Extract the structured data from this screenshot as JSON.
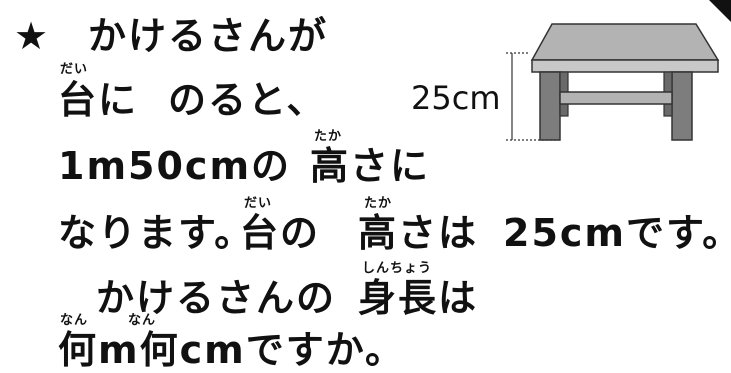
{
  "problem": {
    "star": "★",
    "line1": "かけるさんが",
    "line2": {
      "text1": "台に",
      "text2": "のると、",
      "ruby_dai": "だい"
    },
    "line3": {
      "text1": "1m50cmの",
      "text2": "高さに",
      "ruby_taka": "たか"
    },
    "line4": {
      "text1": "なります。",
      "text2": "台の",
      "text3": "高さは",
      "text4": "25cmです。",
      "ruby_dai": "だい",
      "ruby_taka": "たか"
    },
    "line5": {
      "text1": "かけるさんの",
      "text2": "身長は",
      "ruby_shinchou": "しんちょう"
    },
    "line6": {
      "text": "何m何cmですか。",
      "ruby_nan1": "なん",
      "ruby_nan2": "なん"
    }
  },
  "illustration": {
    "height_label": "25cm",
    "table_top_color": "#b3b3b3",
    "table_front_color": "#c8c8c8",
    "leg_color": "#7d7d7d",
    "outline_color": "#333333"
  }
}
